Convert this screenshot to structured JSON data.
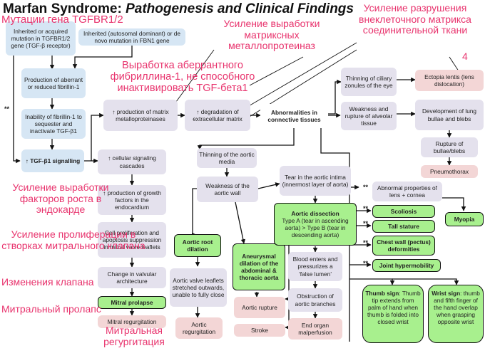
{
  "title": {
    "main": "Marfan Syndrome: ",
    "italic": "Pathogenesis and Clinical Findings"
  },
  "boxes": {
    "acquired": "Inherited or acquired mutation in TGFBR1/2 gene (TGF-β receptor)",
    "fbn1": "Inherited (autosomal dominant) or de novo mutation in FBN1 gene",
    "aberrant": "Production of aberrant or reduced fibrillin-1",
    "inability": "Inability of fibrillin-1 to sequester and inactivate TGF-β1",
    "tgfb": "↑ TGF-β1 signalling",
    "matrix_mmp": "↑ production of matrix metalloproteinases",
    "degradation": "↑ degradation of extracellular matrix",
    "abnormalities": "Abnormalities in connective tissues",
    "ciliary": "Thinning of ciliary zonules of the eye",
    "ectopia": "Ectopia lentis (lens dislocation)",
    "alveolar": "Weakness and rupture of alveolar tissue",
    "bullae": "Development of lung bullae and blebs",
    "rupture_bullae": "Rupture of bullae/blebs",
    "pneumothorax": "Pneumothorax",
    "cell_signaling": "↑ cellular signaling cascades",
    "thinning_aortic": "Thinning of the aortic media",
    "weakness_aortic": "Weakness of the aortic wall",
    "tear_intima": "Tear in the aortic intima (innermost layer of aorta)",
    "growth_factors": "↑ production of growth factors in the endocardium",
    "proliferation": "Cell proliferation and apoptosis suppression in mitral valve leaflets",
    "change_valvular": "Change in valvular architecture",
    "mitral_prolapse": "Mitral prolapse",
    "mitral_regurg": "Mitral regurgitation",
    "aortic_root": "Aortic root dilation",
    "leaflets": "Aortic valve leaflets stretched outwards, unable to fully close",
    "aortic_regurg": "Aortic regurgitation",
    "aneurysmal": "Aneurysmal dilation of the abdominal & thoracic aorta",
    "aortic_rupture": "Aortic rupture",
    "stroke": "Stroke",
    "dissection_title": "Aortic dissection",
    "dissection_body": "Type A (tear in ascending aorta) > Type B (tear in descending aorta)",
    "blood_enters": "Blood enters and pressurizes a ‘false lumen’",
    "obstruction": "Obstruction of aortic branches",
    "end_organ": "End organ malperfusion",
    "abnormal_lens": "Abnormal properties of lens + cornea",
    "myopia": "Myopia",
    "scoliosis": "Scoliosis",
    "tall_stature": "Tall stature",
    "chest_wall": "Chest wall (pectus) deformities",
    "joint_hyper": "Joint hypermobility",
    "thumb_title": "Thumb sign",
    "thumb_body": ": Thumb tip extends from palm of hand when thumb is folded into closed wrist",
    "wrist_title": "Wrist sign",
    "wrist_body": ": thumb and fifth finger of the hand overlap when grasping opposite wrist"
  },
  "stars": "**",
  "russian": {
    "mut_tgfbr": "Мутации гена TGFBR1/2",
    "mmp_up": "Усиление выработки матриксных металлопротеиназ",
    "matrix_destroy": "Усиление разрушения внеклеточного матрикса соединительной ткани",
    "num4": "4",
    "aberrant_fib": "Выработка аберрантного фибриллина-1, не способного инактивировать TGF-бета1",
    "growth_up": "Усиление выработки факторов роста в эндокарде",
    "prolif_up": "Усиление пролиферации в створках митрального клапана",
    "valve_change": "Изменения клапана",
    "mitral_prol_ru": "Митральный пролапс",
    "mitral_regurg_ru": "Митральная регургитация"
  }
}
